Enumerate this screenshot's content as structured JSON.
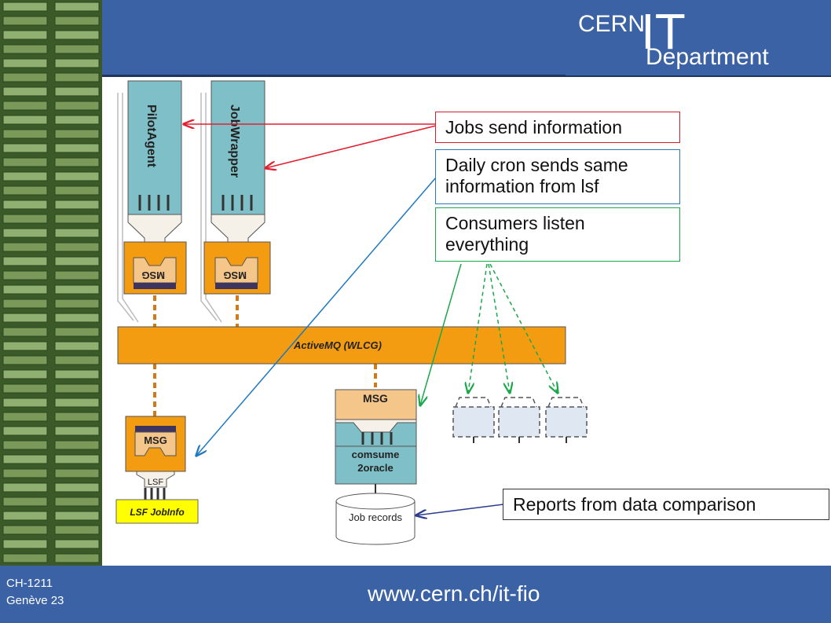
{
  "header": {
    "logo_cern": "CERN",
    "logo_it": "IT",
    "logo_department": "Department"
  },
  "footer": {
    "address_line1": "CH-1211",
    "address_line2": "Genève 23",
    "url": "www.cern.ch/it-fio"
  },
  "diagram": {
    "pilot_agent": "PilotAgent",
    "job_wrapper": "JobWrapper",
    "msg_label": "MSG",
    "broker": "ActiveMQ (WLCG)",
    "lsf_label": "LSF",
    "lsf_jobinfo": "LSF JobInfo",
    "consumer_line1": "comsume",
    "consumer_line2": "2oracle",
    "job_records": "Job records"
  },
  "callouts": {
    "jobs_send": "Jobs send information",
    "daily_cron": "Daily cron sends same information from lsf",
    "consumers": "Consumers listen everything",
    "reports": "Reports from data comparison"
  },
  "colors": {
    "brand_blue": "#3b62a5",
    "orange": "#f39c12",
    "teal": "#7fc0c8",
    "red_arrow": "#e02030",
    "blue_arrow": "#1f78c0",
    "green_arrow": "#1aa84a",
    "navy_arrow": "#2a3b8f"
  }
}
